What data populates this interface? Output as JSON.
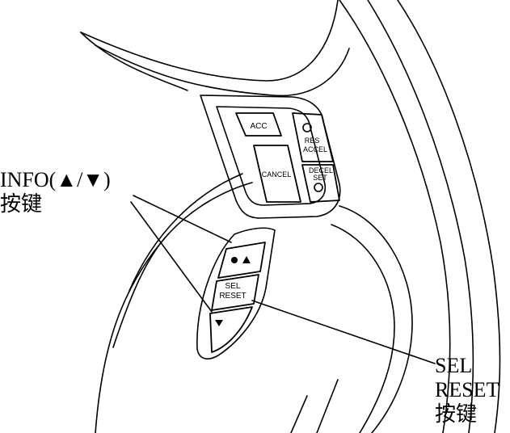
{
  "callouts": {
    "info": {
      "line1": "INFO(▲/▼)",
      "line2": "按键"
    },
    "sel_reset": {
      "line1": "SEL",
      "line2": "RESET",
      "line3": "按键"
    }
  },
  "buttons": {
    "acc": "ACC",
    "cancel": "CANCEL",
    "res_accel_1": "RES",
    "res_accel_2": "ACCEL",
    "decel_set_1": "DECEL",
    "decel_set_2": "SET",
    "sel": "SEL",
    "reset": "RESET"
  },
  "icons": {
    "info_up": "info-triangle-up-icon",
    "down": "triangle-down-icon"
  },
  "colors": {
    "line": "#000000",
    "background": "#ffffff"
  }
}
